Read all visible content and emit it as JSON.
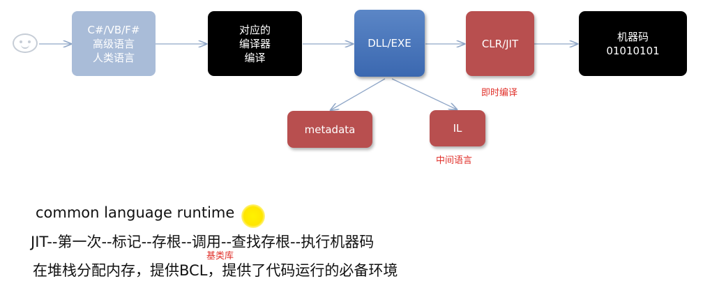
{
  "nodes": {
    "lang": "C#/VB/F#\n高级语言\n人类语言",
    "compiler": "对应的\n编译器\n编译",
    "dll": "DLL/EXE",
    "clr": "CLR/JIT",
    "machine": "机器码\n01010101",
    "metadata": "metadata",
    "il": "IL"
  },
  "captions": {
    "jit": "即时编译",
    "il": "中间语言",
    "bcl": "基类库"
  },
  "notes": {
    "line1": "common language runtime",
    "line2": "JIT--第一次--标记--存根--调用--查找存根--执行机器码",
    "line3": "在堆栈分配内存，提供BCL，提供了代码运行的必备环境"
  },
  "colors": {
    "arrow": "#8fa6c7",
    "caption": "#e0302a",
    "node_red": "#b84f4f",
    "node_blue": "#4a78bd",
    "node_lang": "#a9bcd8"
  }
}
